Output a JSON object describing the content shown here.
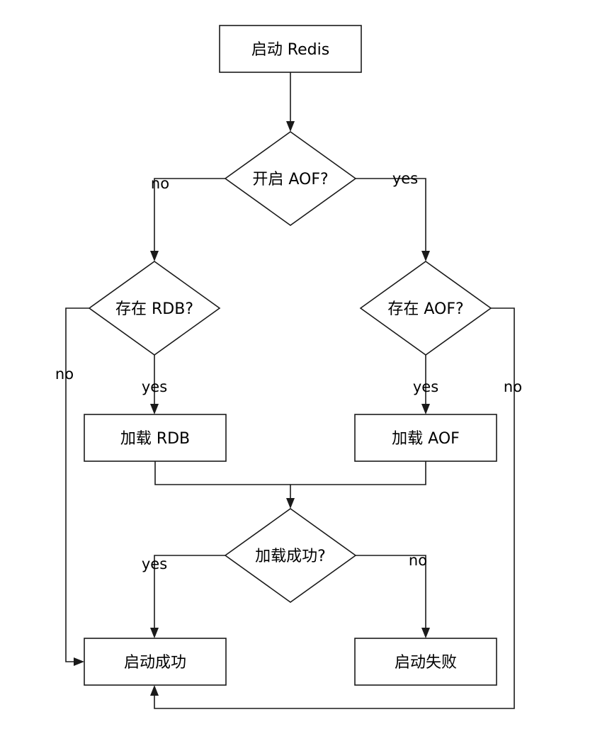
{
  "nodes": {
    "start_redis": "启动 Redis",
    "aof_enabled": "开启 AOF?",
    "rdb_exists": "存在 RDB?",
    "aof_exists": "存在 AOF?",
    "load_rdb": "加载 RDB",
    "load_aof": "加载 AOF",
    "load_success": "加载成功?",
    "start_success": "启动成功",
    "start_failed": "启动失败"
  },
  "edge_labels": {
    "aof_enabled_no": "no",
    "aof_enabled_yes": "yes",
    "rdb_exists_no": "no",
    "rdb_exists_yes": "yes",
    "aof_exists_yes": "yes",
    "aof_exists_no": "no",
    "load_success_yes": "yes",
    "load_success_no": "no"
  },
  "colors": {
    "stroke": "#1a1a1a",
    "fill": "#ffffff",
    "text": "#000000"
  }
}
